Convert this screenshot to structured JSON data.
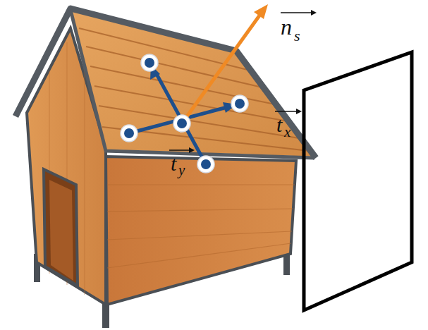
{
  "diagram": {
    "labels": [
      "n",
      "s",
      "t",
      "x",
      "t",
      "y"
    ]
  }
}
